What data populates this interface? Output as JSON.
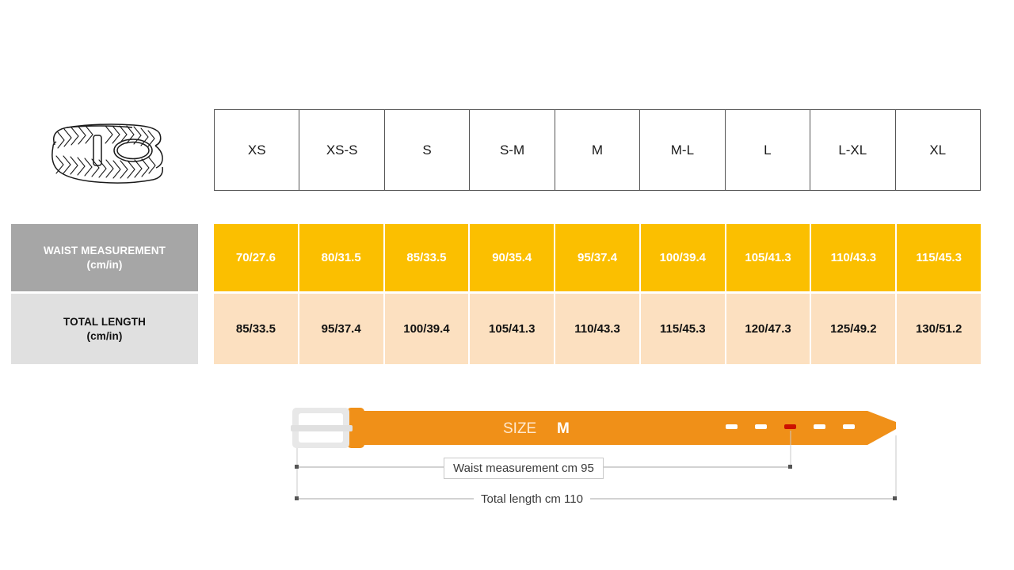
{
  "product_icon": {
    "name": "braided-belt-illustration",
    "alt": "Braided woven belt coiled"
  },
  "size_table": {
    "headers": [
      "XS",
      "XS-S",
      "S",
      "S-M",
      "M",
      "M-L",
      "L",
      "L-XL",
      "XL"
    ]
  },
  "rows": [
    {
      "id": "waist-measurement",
      "label_line1": "WAIST MEASUREMENT",
      "label_line2": "(cm/in)",
      "label_bg": "#a6a6a6",
      "label_color": "#ffffff",
      "cell_bg": "#fbbf00",
      "cell_color": "#ffffff",
      "values": [
        "70/27.6",
        "80/31.5",
        "85/33.5",
        "90/35.4",
        "95/37.4",
        "100/39.4",
        "105/41.3",
        "110/43.3",
        "115/45.3"
      ]
    },
    {
      "id": "total-length",
      "label_line1": "TOTAL LENGTH",
      "label_line2": "(cm/in)",
      "label_bg": "#e0e0e0",
      "label_color": "#111111",
      "cell_bg": "#fce0c0",
      "cell_color": "#111111",
      "values": [
        "85/33.5",
        "95/37.4",
        "100/39.4",
        "105/41.3",
        "110/43.3",
        "115/45.3",
        "120/47.3",
        "125/49.2",
        "130/51.2"
      ]
    }
  ],
  "belt_diagram": {
    "size_prefix": "SIZE",
    "size_value": "M",
    "waist_dimension": "Waist measurement cm 95",
    "length_dimension": "Total length cm 110",
    "belt_color": "#f09018",
    "buckle_color": "#e8e8e8",
    "active_hole_color": "#cc1100",
    "hole_color": "#ffffff",
    "hole_count": 5,
    "active_hole_index": 3
  }
}
